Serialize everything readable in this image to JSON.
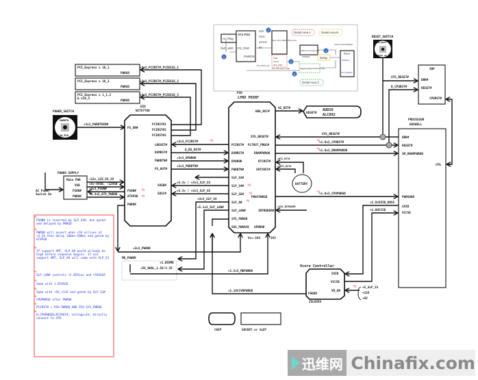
{
  "inset": {
    "ac_plug": "AC Plug",
    "atx_psu": "ATX PSU",
    "slp_s5": "SLP_S5#",
    "ps_on": "PS_ON#",
    "pwrok": "PWROK",
    "rails": [
      "12V",
      "VCC",
      "VCC3",
      "5V"
    ],
    "block_sb": "Box 12Vs SB/FL/PG Conv",
    "vsb": "VSB",
    "vcc3": "VCC3",
    "slp_s3": "SLP_S3#",
    "and_logic": "Use 1 Bit Inputs / Gate",
    "vrm": "VRCC1.5 Power/VR",
    "pwrgd": "PWRGD",
    "delay": "Delay",
    "neg_edge": "Negative-Edge Detection Only",
    "ps_pwr_ok": "PS_PWR_OK",
    "pch": "PCH",
    "pch_pwrok": "PWROK",
    "pch_sys_pwrok": "SYS_PWROK",
    "note": "Used for ACPI PWRGD",
    "detail_a": "Detail Area A",
    "detail_b": "Detail Area B",
    "detail_c": "Detail Area C",
    "markers": [
      "1",
      "2",
      "3",
      "4",
      "5"
    ]
  },
  "pci_slots": [
    {
      "name": "PCI_Express x 16_1",
      "pin": "PWRGD",
      "signal": "+3v3_PCIRST#_PCIEX16_1"
    },
    {
      "name": "PCI_Express x 16_2",
      "pin": "PWRGD",
      "signal": "+3v3_PCIRST#_PCIEX16_2"
    },
    {
      "name": "PCI_Express x 1_1,2",
      "name2": "& x16_3",
      "pin": "PWRGD",
      "signal": "+3v3_PCIRST#_PCIEX16_3"
    }
  ],
  "power_switch": {
    "title": "POWER_SWITCH",
    "top": "PWRBTN",
    "bottom": "SW_BTN",
    "signal": "+3v3_PWRBTNIN#"
  },
  "reset_switch": {
    "title": "RESET_SWITCH",
    "top": "SW_RESET",
    "bottom": "RESET SW"
  },
  "ec": {
    "title": "EIO",
    "part": "NCT6776D",
    "left_pins": [
      "PS_ON#",
      "PSON#",
      "ATXPGD",
      "PWROK"
    ],
    "right_pins": [
      "PCIRST#1",
      "PCIRST#2",
      "PCIRST#3",
      "LRESET#",
      "RSMRST#",
      "PWRBTN#",
      "PS_OUT#",
      "SUSB#",
      "SUSC#"
    ]
  },
  "pch": {
    "title": "PCH",
    "part": "LYNX POINT",
    "left_pins": [
      "PCIRST#",
      "RSMRST#",
      "DPWROK",
      "PWRBTN#",
      "SLP_S3#",
      "SLP_S4#",
      "SLP_S5#",
      "SLP_A#",
      "SLP_LAN#",
      "SYS_PWROK",
      "SUS_PWRACK"
    ],
    "right_pins": [
      "HDA_RST#",
      "SYS_RESET#",
      "PLTRST_PROC#",
      "DRAMPWROK",
      "RTCRST#",
      "SRTCRST#",
      "PROCPWRGD",
      "INTRUDER#",
      "APWROK"
    ],
    "bottom_labels": [
      "Vcc-1V5",
      "3V3"
    ]
  },
  "audio": {
    "pin": "RESET#",
    "title": "AUDIO",
    "part": "ALC892",
    "signal": "AZ_RST#"
  },
  "battery": {
    "label": "BATTERY",
    "signal1": "+RTC_RST#",
    "signal2": "+SRTC_RST#",
    "signal3": "+3V3_INTRUDER"
  },
  "xdp": {
    "title": "XDP",
    "pins": [
      "DBR#",
      "RESET#",
      "CPURST#"
    ],
    "signal1": "SYS_RESET#",
    "signal2": "H_CPURST#"
  },
  "processor": {
    "title": "PROCESSOR",
    "part": "HASWELL",
    "pins": [
      "DBR#",
      "RESET#",
      "SM_DRAMPWROK",
      "PWRGOOD",
      "SVID",
      "VCCSE"
    ],
    "right_pin": "CFG"
  },
  "signals_right": {
    "sys_reset": "SYS_RESET#",
    "cpurst": "+1.0v3_CPURST#",
    "drampwrok": "+1.0v3_DRAMPWROK",
    "procpwrgd": "+1.0v3_CPUPWRGD",
    "svid": "+1.0vSVID_BUSS",
    "vccse": "+1.0VCCSE"
  },
  "power_supply": {
    "title": "POWER SUPPLY",
    "pins": [
      "Main PWR",
      "VSB",
      "PSON#",
      "PWROK"
    ],
    "input": [
      "AC Power",
      "Switch On"
    ],
    "signals": [
      "+12v,12V,5V,3V",
      "+5v-5VSB, -12VSB",
      "+3v3_PSON#",
      "+3.3v3_ATX_PWROK"
    ]
  },
  "ec_pch_signals": [
    "+3v3_PCIRST#",
    "Q_RS_RST#",
    "+3v3_DPWROK",
    "+3v3_PWRBTN#",
    "+3.3v / +3v3_SLP_S3",
    "+3.3v / +3v3_SLP_S5",
    "+3v3_SLP_S4",
    "+5.1v3_SLP_LAN#",
    "+3v3_PWROK"
  ],
  "me_power": {
    "title": "ME_POWER",
    "rail1": "+1.05VME",
    "rail2": "+5V_DUAL_1.5V/3.3V",
    "signal": "+1.5v3_MEPWROK"
  },
  "vcore": {
    "title": "Vcore Controller",
    "part": "ISL6XXX",
    "pins": [
      "SVID",
      "VCCSE",
      "VR_ON",
      "PGOOD"
    ],
    "inputs": [
      "+5_SLP_S3",
      "+12V",
      "+5V"
    ],
    "pgood_signal": "+1.1VCCVRPWRGD"
  },
  "notes": [
    "PSON# is inverted by SLP_S3#, but gated and delayed by PWRGD",
    "PWROK will assert when +5V arrives at +3.3V then delay 100ms~500ms and gated by ATXPGD",
    "If support AMT, SLP_A# would already be high before sequence begins. If not support AMT, SLP_A# will same with SLP_S3",
    "SLP_LAN# controls +1.05Vsus and +5VSUSA",
    "Same with 1.05VSUS",
    "Same with +5V,+12V and gated by SLP_S3#",
    "CPUPWRGD after PWROK",
    "PCIRST# = PCH PWROK AND PCH SYS_PWROK",
    "H_CPUPWRGD=PCIRST#, voltage=1V, directly connect to CPU"
  ],
  "red_marks": "*N",
  "legend": {
    "chip": "CHIP",
    "socket": "SOCKET or SLOT"
  },
  "watermark": {
    "cn": "迅维网",
    "en": "Chinafix.com"
  }
}
